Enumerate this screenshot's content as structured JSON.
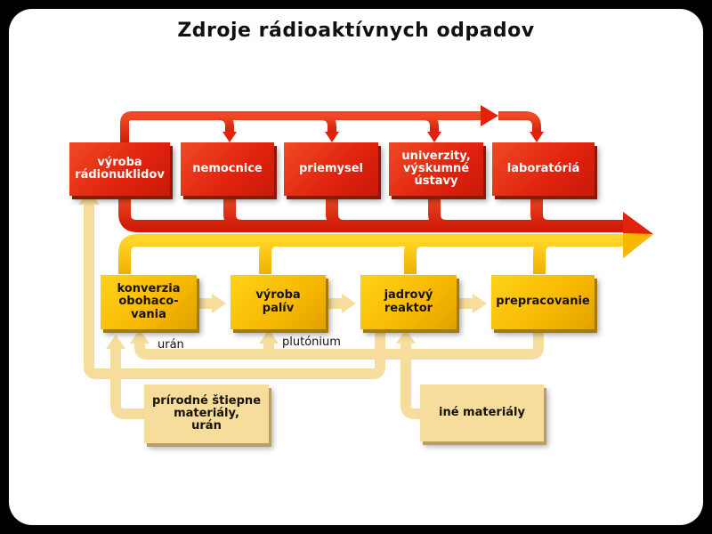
{
  "title": "Zdroje rádioaktívnych odpadov",
  "red_row": [
    {
      "id": "vyroba-radionuklidov",
      "label": "výroba\nrádionuklidov"
    },
    {
      "id": "nemocnice",
      "label": "nemocnice"
    },
    {
      "id": "priemysel",
      "label": "priemysel"
    },
    {
      "id": "univerzity",
      "label": "univerzity,\nvýskumné\nústavy"
    },
    {
      "id": "laboratoria",
      "label": "laboratóriá"
    }
  ],
  "yellow_row": [
    {
      "id": "konverzia",
      "label": "konverzia\nobohaco-\nvania"
    },
    {
      "id": "vyroba-paliv",
      "label": "výroba\npalív"
    },
    {
      "id": "jadrovy-reaktor",
      "label": "jadrový\nreaktor"
    },
    {
      "id": "prepracovanie",
      "label": "prepracovanie"
    }
  ],
  "cream_boxes": [
    {
      "id": "prirodne",
      "label": "prírodné štiepne\nmateriály,\nurán"
    },
    {
      "id": "ine",
      "label": "iné materiály"
    }
  ],
  "flow_labels": {
    "uran": "urán",
    "plutonium": "plutónium"
  },
  "colors": {
    "red": "#e0220e",
    "yellow": "#f7b800",
    "cream": "#f6dd9c",
    "background": "#000000"
  }
}
